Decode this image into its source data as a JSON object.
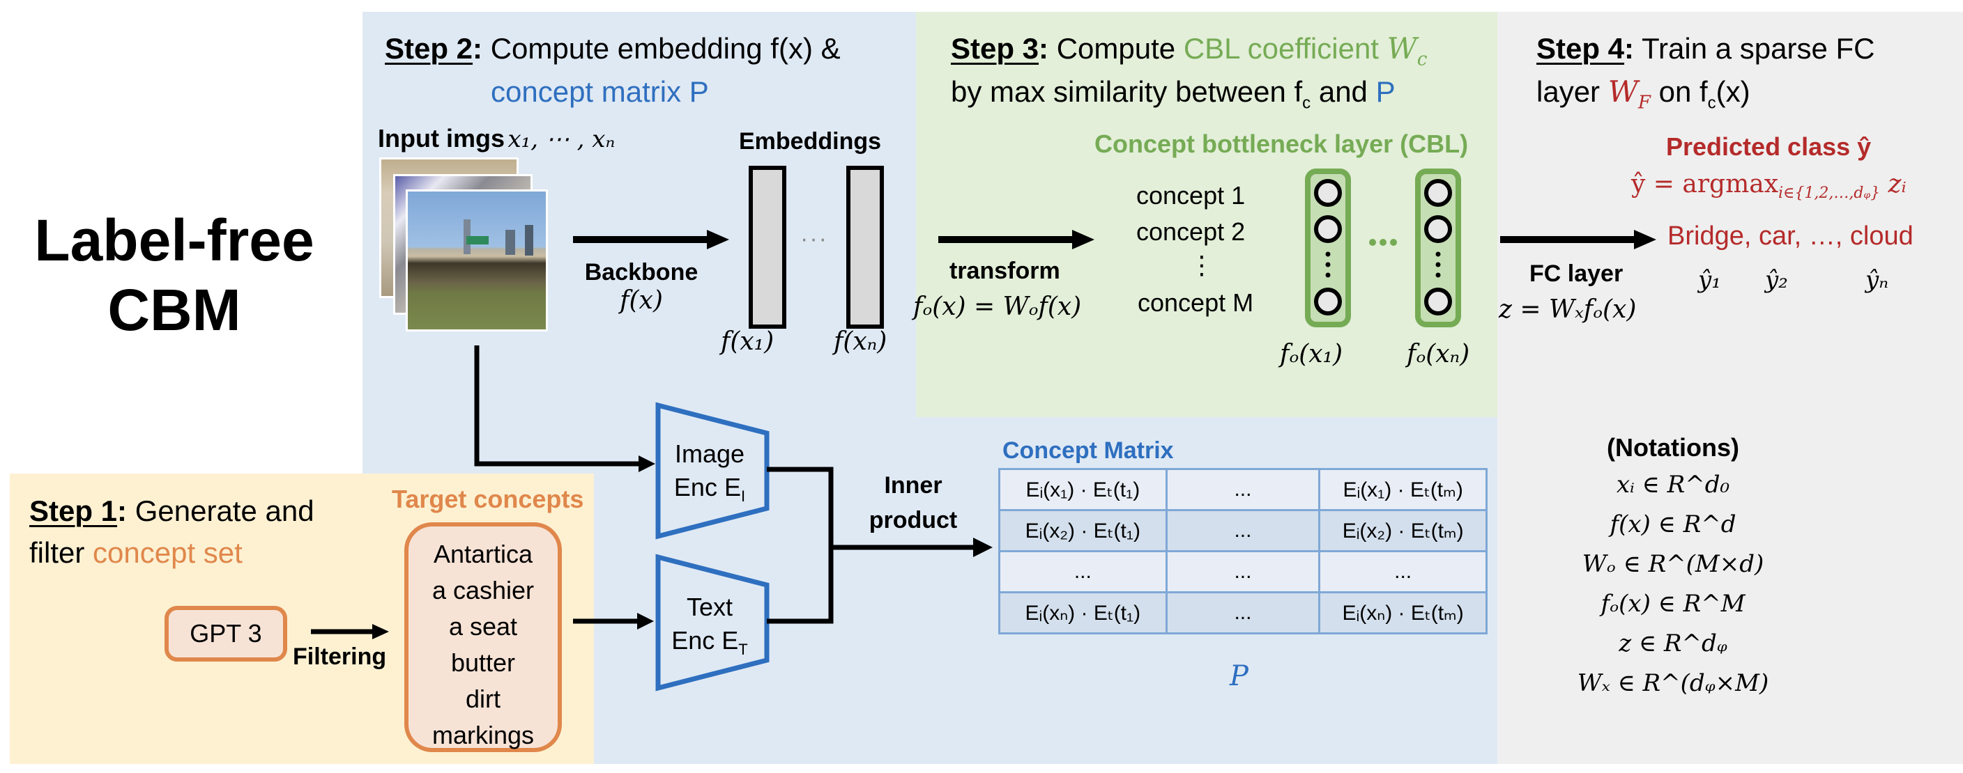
{
  "title": {
    "line1": "Label-free",
    "line2": "CBM"
  },
  "colors": {
    "step1_bg": "#fdf1d2",
    "step2_bg": "#dfe9f4",
    "step3_bg": "#e3efd9",
    "step4_bg": "#efefef",
    "blue": "#2e6fbf",
    "green": "#76ab55",
    "orange": "#e0874b",
    "red": "#b52a2a"
  },
  "step1": {
    "heading": "Step 1",
    "colon": ":",
    "text1": " Generate and",
    "text2a": "filter ",
    "text2b": "concept set",
    "gpt": "GPT 3",
    "filtering": "Filtering",
    "target_title": "Target concepts",
    "concepts": [
      "Antartica",
      "a cashier",
      "a seat",
      "butter",
      "dirt",
      "markings"
    ]
  },
  "step2": {
    "heading": "Step 2",
    "colon": ":",
    "text1": " Compute embedding f(x) &",
    "text2": "concept matrix P",
    "input_label": "Input imgs",
    "input_math": "x₁, ⋯ , xₙ",
    "backbone": "Backbone",
    "backbone_math": "f(x)",
    "embeddings": "Embeddings",
    "emb_ellipsis": "···",
    "emb_labels": [
      "f(x₁)",
      "f(xₙ)"
    ],
    "image_enc": [
      "Image",
      "Enc E"
    ],
    "image_enc_sub": "I",
    "text_enc": [
      "Text",
      "Enc E"
    ],
    "text_enc_sub": "T",
    "inner_product": [
      "Inner",
      "product"
    ],
    "matrix_title": "Concept Matrix",
    "matrix_rows": [
      [
        "Eᵢ(x₁) · Eₜ(t₁)",
        "...",
        "Eᵢ(x₁) · Eₜ(tₘ)"
      ],
      [
        "Eᵢ(x₂) · Eₜ(t₁)",
        "...",
        "Eᵢ(x₂) · Eₜ(tₘ)"
      ],
      [
        "...",
        "...",
        "..."
      ],
      [
        "Eᵢ(xₙ) · Eₜ(t₁)",
        "...",
        "Eᵢ(xₙ) · Eₜ(tₘ)"
      ]
    ],
    "matrix_symbol": "P"
  },
  "step3": {
    "heading": "Step 3",
    "colon": ":",
    "text1a": " Compute ",
    "text1b": "CBL coefficient ",
    "text1c": "W",
    "text1c_sub": "c",
    "text2a": "by max similarity between f",
    "text2a_sub": "c",
    "text2b": " and ",
    "text2c": "P",
    "cbl_title": "Concept bottleneck layer (CBL)",
    "transform": "transform",
    "transform_math": "fₒ(x) = Wₒf(x)",
    "concepts": [
      "concept 1",
      "concept 2",
      "⋮",
      "concept M"
    ],
    "cbl_ellipsis": "···",
    "cbl_labels": [
      "fₒ(x₁)",
      "fₒ(xₙ)"
    ]
  },
  "step4": {
    "heading": "Step 4",
    "colon": ":",
    "text1": " Train a sparse FC",
    "text2a": "layer ",
    "text2b": "W",
    "text2b_sub": "F",
    "text2c": " on f",
    "text2c_sub": "c",
    "text2d": "(x)",
    "predicted_title": "Predicted class ŷ",
    "argmax": "ŷ = argmax",
    "argmax_sub": "i∈{1,2,…,dᵩ}",
    "argmax_tail": " zᵢ",
    "classes": "Bridge, car, …, cloud",
    "yhat_labels": [
      "ŷ₁",
      "ŷ₂",
      "ŷₙ"
    ],
    "fc_layer": "FC layer",
    "fc_math": "z = Wₓfₒ(x)"
  },
  "notations": {
    "title": "(Notations)",
    "items": [
      "xᵢ ∈ R^d₀",
      "f(x) ∈ R^d",
      "Wₒ ∈ R^(M×d)",
      "fₒ(x) ∈ R^M",
      "z ∈ R^dᵩ",
      "Wₓ ∈ R^(dᵩ×M)"
    ]
  }
}
